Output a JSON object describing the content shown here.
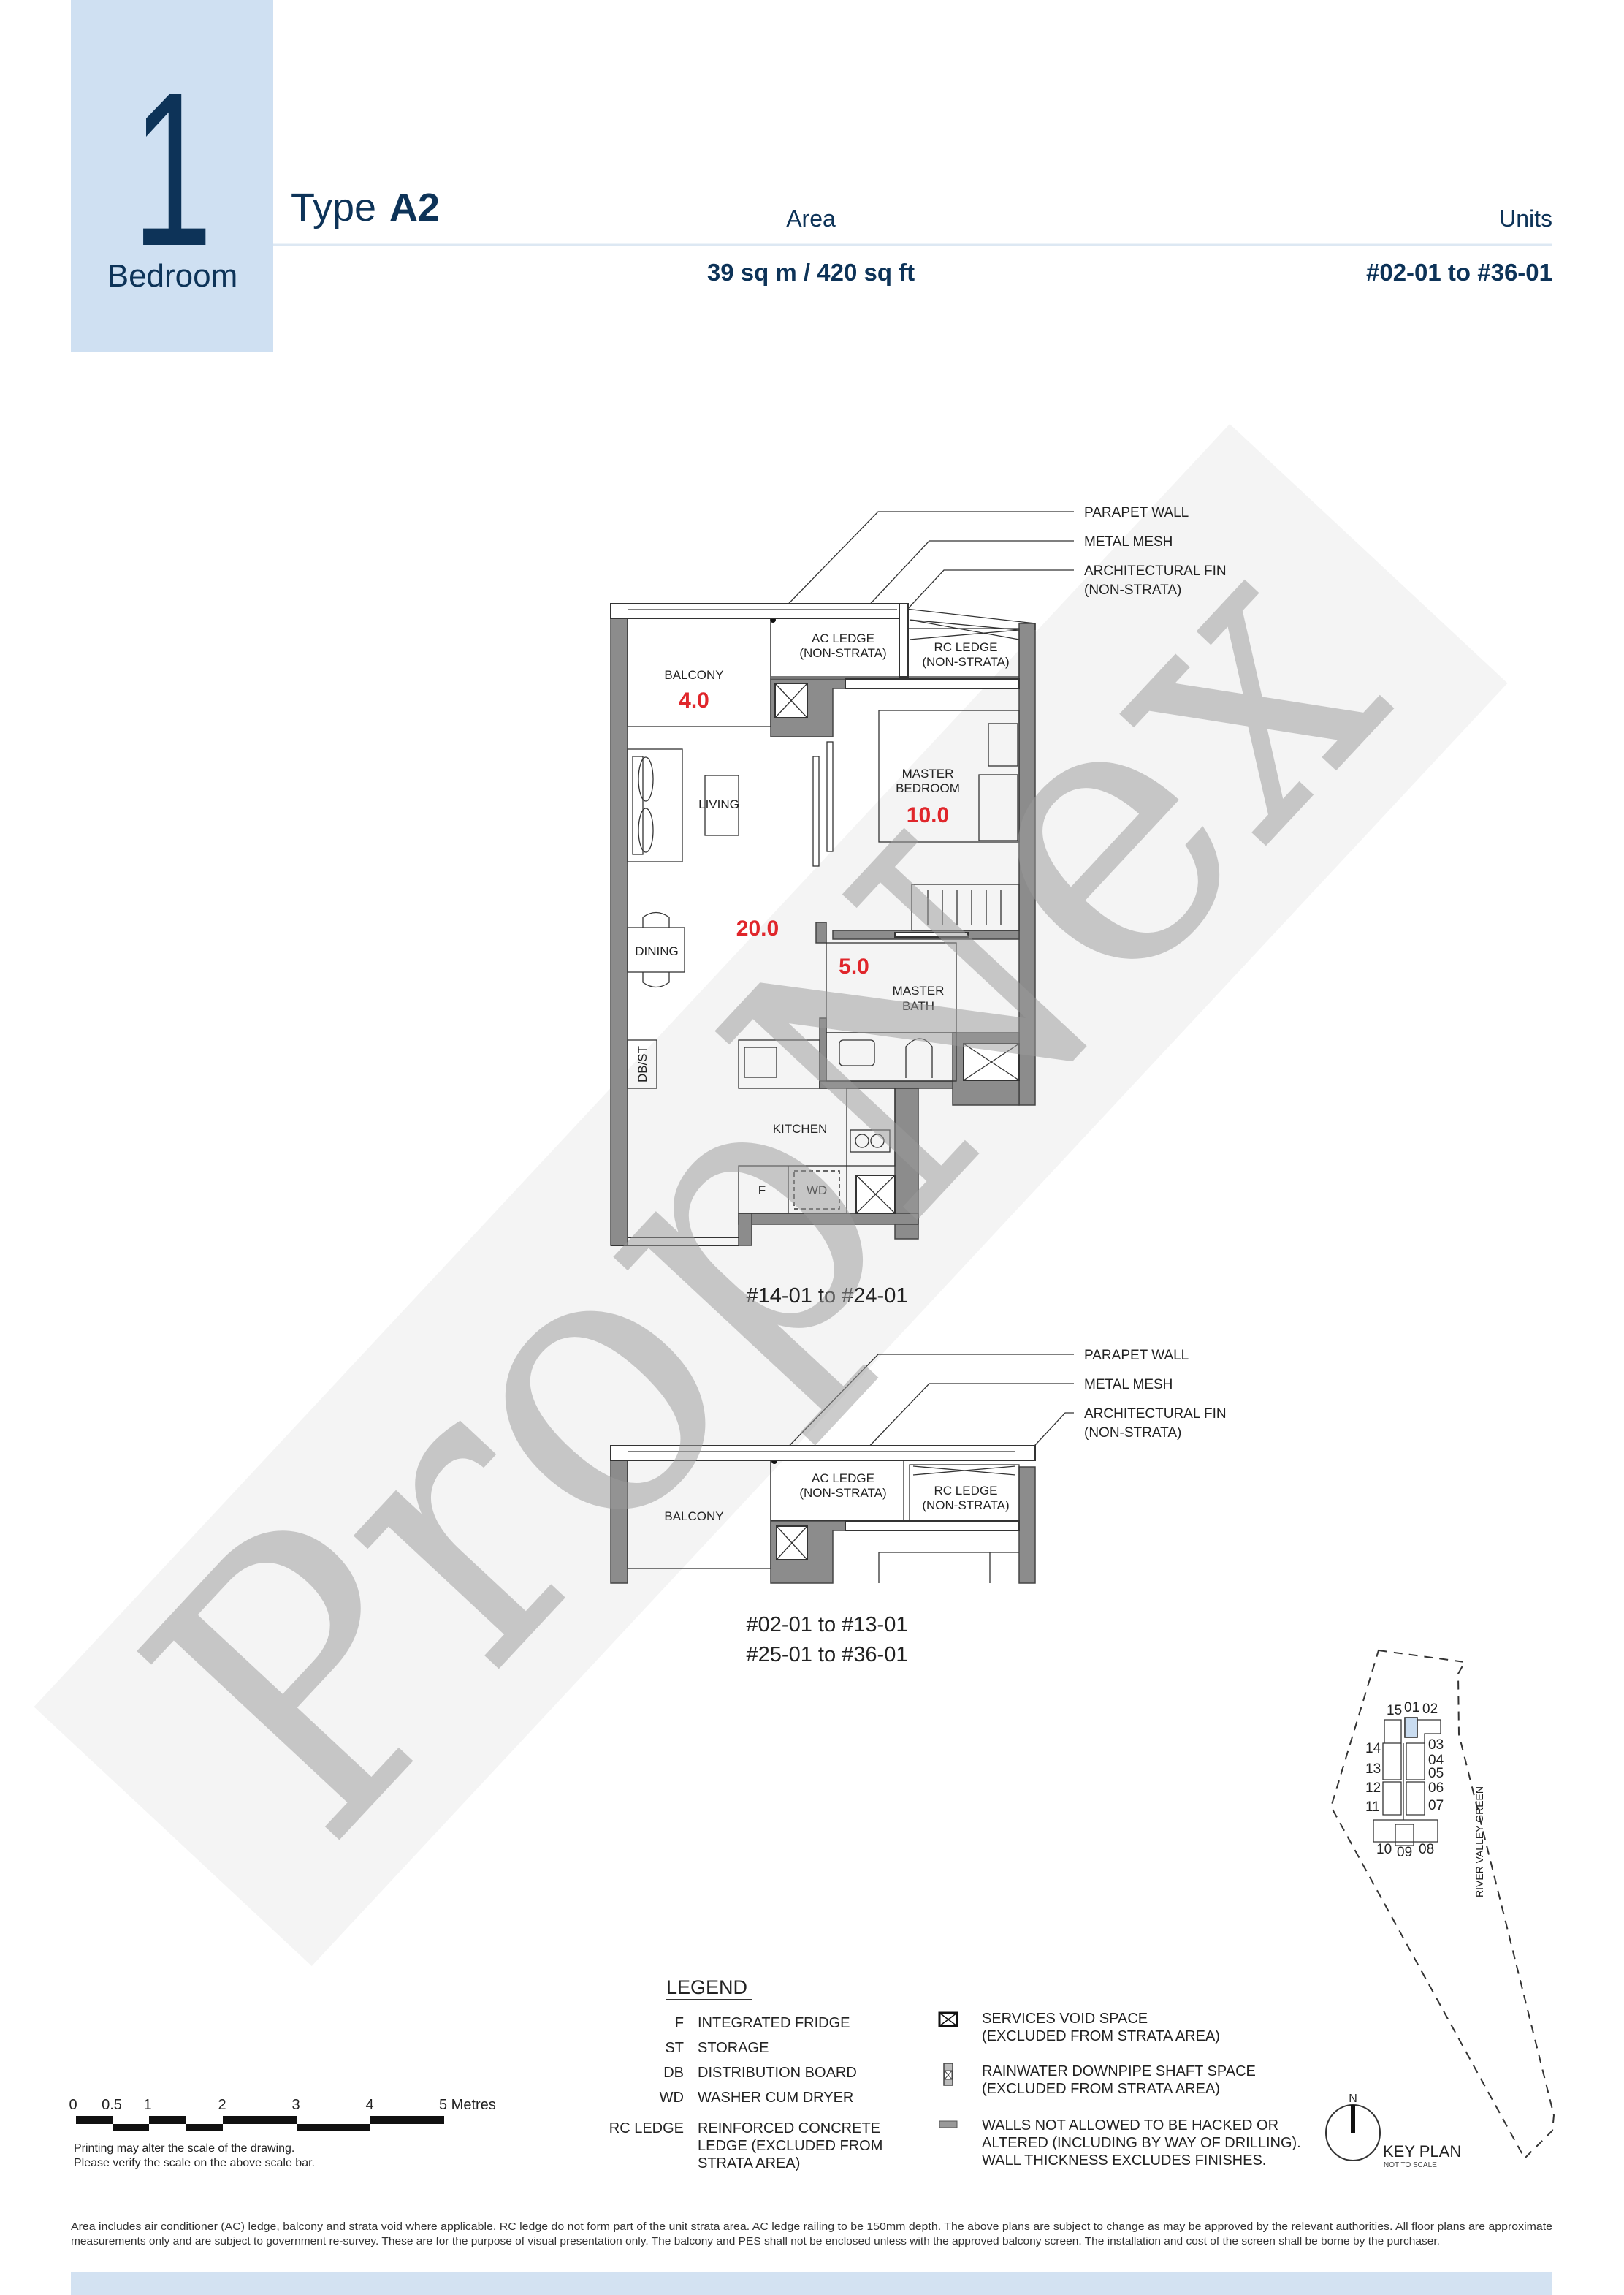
{
  "header": {
    "bedroom_count": "1",
    "bedroom_label": "Bedroom",
    "type_prefix": "Type",
    "type_code": "A2",
    "area_label": "Area",
    "area_value": "39 sq m / 420 sq ft",
    "units_label": "Units",
    "units_value": "#02-01 to #36-01"
  },
  "colors": {
    "brand_blue": "#cfe0f2",
    "navy": "#0d3358",
    "area_red": "#e0262b"
  },
  "plan_main": {
    "callouts": {
      "parapet": "PARAPET WALL",
      "mesh": "METAL MESH",
      "fin_1": "ARCHITECTURAL FIN",
      "fin_2": "(NON-STRATA)"
    },
    "rooms": {
      "balcony": "BALCONY",
      "balcony_area": "4.0",
      "ac_ledge_1": "AC LEDGE",
      "ac_ledge_2": "(NON-STRATA)",
      "rc_ledge_1": "RC LEDGE",
      "rc_ledge_2": "(NON-STRATA)",
      "living": "LIVING",
      "living_area": "20.0",
      "dining": "DINING",
      "master_bedroom_1": "MASTER",
      "master_bedroom_2": "BEDROOM",
      "master_bedroom_area": "10.0",
      "master_bath_1": "MASTER",
      "master_bath_2": "BATH",
      "master_bath_area": "5.0",
      "db_st": "DB/ST",
      "kitchen": "KITCHEN",
      "fridge": "F",
      "washer": "WD"
    },
    "caption": "#14-01 to #24-01"
  },
  "plan_alt": {
    "callouts": {
      "parapet": "PARAPET WALL",
      "mesh": "METAL MESH",
      "fin_1": "ARCHITECTURAL FIN",
      "fin_2": "(NON-STRATA)"
    },
    "rooms": {
      "balcony": "BALCONY",
      "ac_ledge_1": "AC LEDGE",
      "ac_ledge_2": "(NON-STRATA)",
      "rc_ledge_1": "RC LEDGE",
      "rc_ledge_2": "(NON-STRATA)"
    },
    "caption_1": "#02-01 to #13-01",
    "caption_2": "#25-01 to #36-01"
  },
  "watermark": "PropNex",
  "key_plan": {
    "units": [
      "15",
      "01",
      "02",
      "14",
      "13",
      "12",
      "11",
      "03",
      "04",
      "05",
      "06",
      "07",
      "10",
      "09",
      "08"
    ],
    "highlighted_unit": "01",
    "road": "RIVER VALLEY GREEN",
    "north": "N",
    "title": "KEY PLAN",
    "subtitle": "NOT TO SCALE"
  },
  "legend": {
    "title": "LEGEND",
    "abbreviations": [
      {
        "code": "F",
        "text": "INTEGRATED FRIDGE"
      },
      {
        "code": "ST",
        "text": "STORAGE"
      },
      {
        "code": "DB",
        "text": "DISTRIBUTION BOARD"
      },
      {
        "code": "WD",
        "text": "WASHER CUM DRYER"
      },
      {
        "code": "RC LEDGE",
        "text": "REINFORCED CONCRETE",
        "text_2": "LEDGE (EXCLUDED FROM",
        "text_3": "STRATA AREA)"
      }
    ],
    "symbols": [
      {
        "icon": "services-void-icon",
        "line_1": "SERVICES VOID SPACE",
        "line_2": "(EXCLUDED FROM STRATA AREA)"
      },
      {
        "icon": "rainwater-shaft-icon",
        "line_1": "RAINWATER DOWNPIPE SHAFT SPACE",
        "line_2": "(EXCLUDED FROM STRATA AREA)"
      },
      {
        "icon": "protected-wall-icon",
        "line_1": "WALLS NOT ALLOWED TO BE HACKED OR",
        "line_2": "ALTERED (INCLUDING BY WAY OF DRILLING).",
        "line_3": "WALL THICKNESS EXCLUDES FINISHES."
      }
    ]
  },
  "scale_bar": {
    "ticks": [
      "0",
      "0.5",
      "1",
      "2",
      "3",
      "4",
      "5 Metres"
    ],
    "note_1": "Printing may alter the scale of the drawing.",
    "note_2": "Please verify the scale on the above scale bar."
  },
  "disclaimer": {
    "line_1": "Area includes air conditioner (AC) ledge, balcony and strata void where applicable. RC ledge do not form part of the unit strata area. AC ledge railing to be 150mm depth. The above plans are subject to change as may be approved by the relevant authorities. All floor plans are approximate",
    "line_2": "measurements only and are subject to government re-survey. These are for the purpose of visual presentation only. The balcony and PES shall not be enclosed unless with the approved balcony screen. The installation and cost of the screen shall be borne by the purchaser."
  }
}
